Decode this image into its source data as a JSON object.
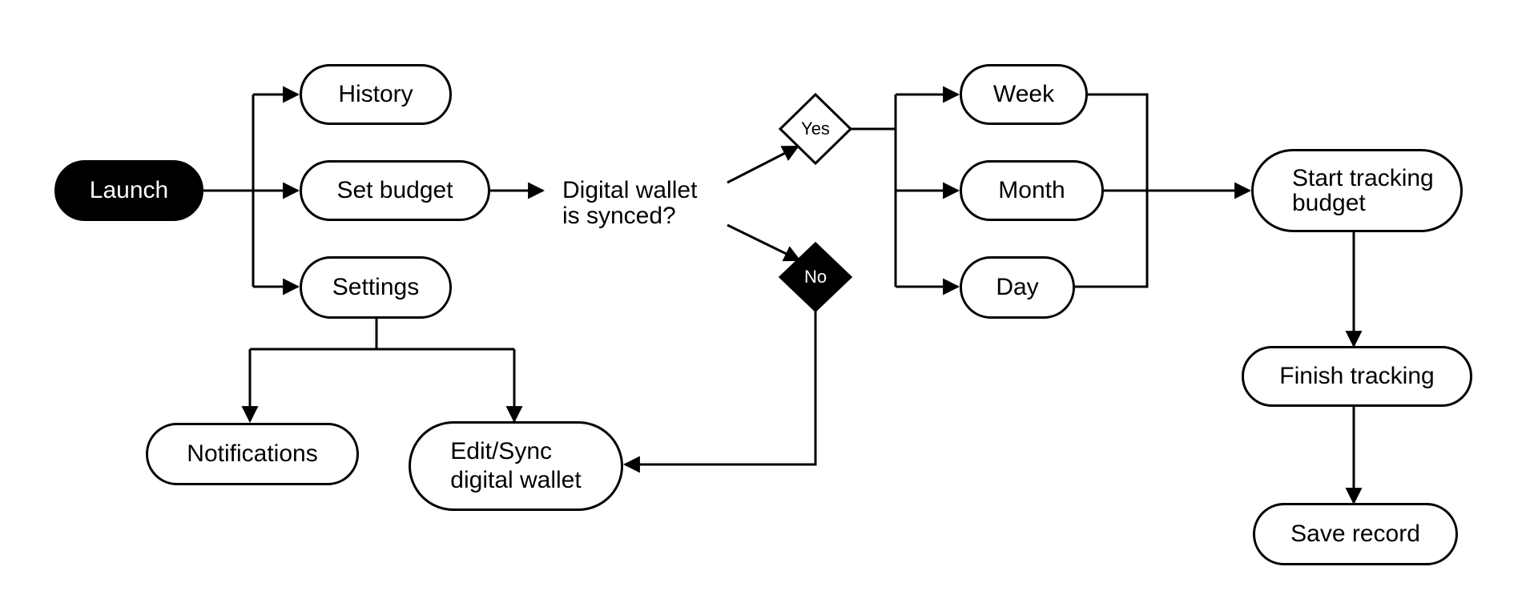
{
  "diagram": {
    "nodes": {
      "launch": "Launch",
      "history": "History",
      "set_budget": "Set budget",
      "settings": "Settings",
      "notifications": "Notifications",
      "edit_sync": "Edit/Sync\ndigital wallet",
      "decision": "Digital wallet\nis synced?",
      "yes": "Yes",
      "no": "No",
      "week": "Week",
      "month": "Month",
      "day": "Day",
      "start_tracking": "Start tracking\nbudget",
      "finish_tracking": "Finish tracking",
      "save_record": "Save record"
    },
    "edges": [
      {
        "from": "Launch",
        "to": "History"
      },
      {
        "from": "Launch",
        "to": "Set budget"
      },
      {
        "from": "Launch",
        "to": "Settings"
      },
      {
        "from": "Set budget",
        "to": "Digital wallet is synced?"
      },
      {
        "from": "Digital wallet is synced?",
        "to": "Yes"
      },
      {
        "from": "Digital wallet is synced?",
        "to": "No"
      },
      {
        "from": "Yes",
        "to": "Week"
      },
      {
        "from": "Yes",
        "to": "Month"
      },
      {
        "from": "Yes",
        "to": "Day"
      },
      {
        "from": "No",
        "to": "Edit/Sync digital wallet"
      },
      {
        "from": "Settings",
        "to": "Notifications"
      },
      {
        "from": "Settings",
        "to": "Edit/Sync digital wallet"
      },
      {
        "from": "Week",
        "to": "Start tracking budget"
      },
      {
        "from": "Month",
        "to": "Start tracking budget"
      },
      {
        "from": "Day",
        "to": "Start tracking budget"
      },
      {
        "from": "Start tracking budget",
        "to": "Finish tracking"
      },
      {
        "from": "Finish tracking",
        "to": "Save record"
      }
    ],
    "colors": {
      "stroke": "#000000",
      "fill": "#ffffff",
      "accent": "#000000"
    }
  }
}
